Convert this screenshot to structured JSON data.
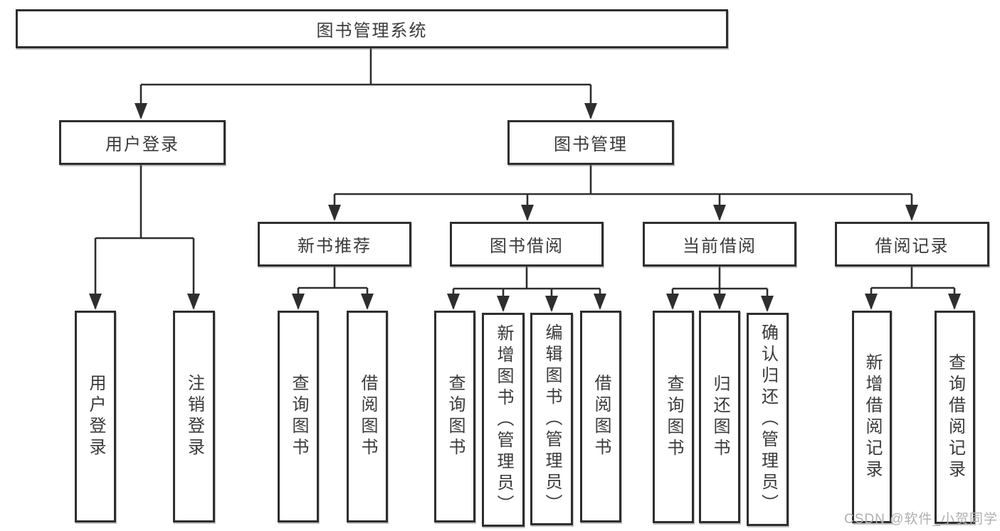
{
  "diagram": {
    "root": {
      "label": "图书管理系统"
    },
    "level2": {
      "user_login": {
        "label": "用户登录"
      },
      "book_management": {
        "label": "图书管理"
      }
    },
    "level3": {
      "new_book_recommend": {
        "label": "新书推荐"
      },
      "book_borrow": {
        "label": "图书借阅"
      },
      "current_borrow": {
        "label": "当前借阅"
      },
      "borrow_records": {
        "label": "借阅记录"
      }
    },
    "leaves": {
      "user_login": [
        "用户登录",
        "注销登录"
      ],
      "new_book_recommend": [
        "查询图书",
        "借阅图书"
      ],
      "book_borrow": [
        "查询图书",
        "新增图书（管理员）",
        "编辑图书（管理员）",
        "借阅图书"
      ],
      "current_borrow": [
        "查询图书",
        "归还图书",
        "确认归还（管理员）"
      ],
      "borrow_records": [
        "新增借阅记录",
        "查询借阅记录"
      ]
    }
  },
  "watermark": {
    "text": "CSDN @软件_小贺同学"
  },
  "colors": {
    "line": "#2e2e2e",
    "box_border": "#2e2e2e",
    "text": "#3a3a3a",
    "watermark": "#b0b0b0",
    "background": "#ffffff"
  }
}
